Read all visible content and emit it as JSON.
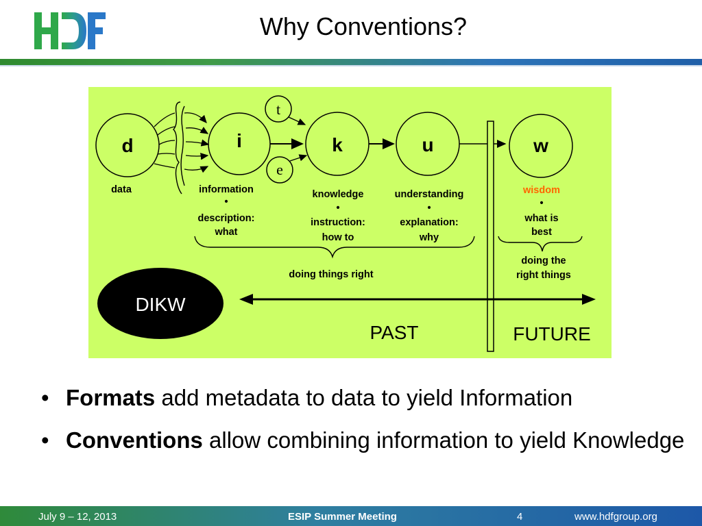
{
  "slide": {
    "logo_text": "HDF",
    "title": "Why Conventions?"
  },
  "diagram": {
    "nodes": {
      "d": "d",
      "i": "i",
      "k": "k",
      "u": "u",
      "w": "w",
      "t": "t",
      "e": "e"
    },
    "labels": {
      "data": "data",
      "information": "information",
      "information_bullet": "•",
      "information_desc_1": "description:",
      "information_desc_2": "what",
      "knowledge": "knowledge",
      "knowledge_bullet": "•",
      "knowledge_desc_1": "instruction:",
      "knowledge_desc_2": "how to",
      "understanding": "understanding",
      "understanding_bullet": "•",
      "understanding_desc_1": "explanation:",
      "understanding_desc_2": "why",
      "wisdom": "wisdom",
      "wisdom_bullet": "•",
      "wisdom_desc_1": "what is",
      "wisdom_desc_2": "best",
      "doing_things_right": "doing things right",
      "doing_the_1": "doing the",
      "doing_the_2": "right things",
      "dikw": "DIKW",
      "past": "PAST",
      "future": "FUTURE"
    },
    "colors": {
      "background": "#ccff66",
      "wisdom_label": "#ff6600",
      "ellipse": "#000000"
    }
  },
  "bullets": [
    {
      "bold": "Formats",
      "rest": " add metadata to data to yield Information"
    },
    {
      "bold": "Conventions",
      "rest": " allow combining information to yield Knowledge"
    }
  ],
  "footer": {
    "date": "July 9 – 12, 2013",
    "event": "ESIP Summer Meeting",
    "page": "4",
    "url": "www.hdfgroup.org"
  }
}
